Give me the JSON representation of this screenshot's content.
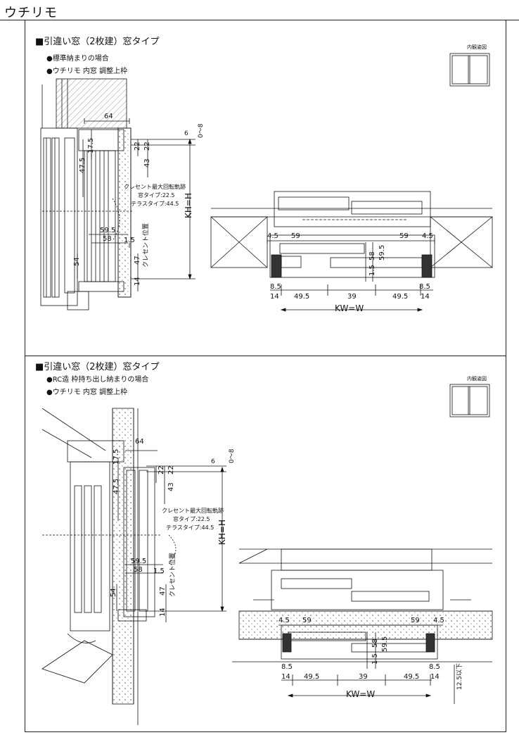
{
  "page_title": "ウチリモ",
  "sections": [
    {
      "title": "■引違い窓（2枚建）窓タイプ",
      "bullets": [
        "●標準納まりの場合",
        "●ウチリモ 内窓 調整上枠"
      ],
      "inner_view_label": "内観姿図",
      "vertical": {
        "d64": "64",
        "d6": "6",
        "d0_8": "0～8",
        "d22a": "22",
        "d22b": "22",
        "d17_5": "17.5",
        "d47_5": "47.5",
        "d43": "43",
        "crescent_title": "クレセント最大回転軌跡",
        "crescent_window": "窓タイプ:22.5",
        "crescent_terrace": "テラスタイプ:44.5",
        "kh": "KH=H",
        "d59_5": "59.5",
        "d58": "58",
        "d1_5": "1.5",
        "crescent_pos": "クレセント位置",
        "d54": "54",
        "d47": "47",
        "d14": "14"
      },
      "horizontal": {
        "d4_5l": "4.5",
        "d59l": "59",
        "d59r": "59",
        "d4_5r": "4.5",
        "d58": "58",
        "d59_5": "59.5",
        "d1_5": "1.5",
        "d8_5": "8.5",
        "d8_5r": "8.5",
        "d14l": "14",
        "d49_5l": "49.5",
        "d39": "39",
        "d49_5r": "49.5",
        "d14r": "14",
        "kw": "KW=W"
      }
    },
    {
      "title": "■引違い窓（2枚建）窓タイプ",
      "bullets": [
        "●RC造 枠持ち出し納まりの場合",
        "●ウチリモ 内窓 調整上枠"
      ],
      "inner_view_label": "内観姿図",
      "vertical": {
        "d64": "64",
        "d6": "6",
        "d0_8": "0～8",
        "d22a": "22",
        "d22b": "22",
        "d17_5": "17.5",
        "d47_5": "47.5",
        "d43": "43",
        "crescent_title": "クレセント最大回転軌跡",
        "crescent_window": "窓タイプ:22.5",
        "crescent_terrace": "テラスタイプ:44.5",
        "kh": "KH=H",
        "d59_5": "59.5",
        "d58": "58",
        "d1_5": "1.5",
        "crescent_pos": "クレセント位置",
        "d54": "54",
        "d47": "47",
        "d14": "14"
      },
      "horizontal": {
        "d4_5l": "4.5",
        "d59l": "59",
        "d59r": "59",
        "d4_5r": "4.5",
        "d58": "58",
        "d59_5": "59.5",
        "d1_5": "1.5",
        "d8_5": "8.5",
        "d8_5r": "8.5",
        "d14l": "14",
        "d49_5l": "49.5",
        "d39": "39",
        "d49_5r": "49.5",
        "d14r": "14",
        "kw": "KW=W",
        "d12_5": "12.5以下"
      }
    }
  ]
}
